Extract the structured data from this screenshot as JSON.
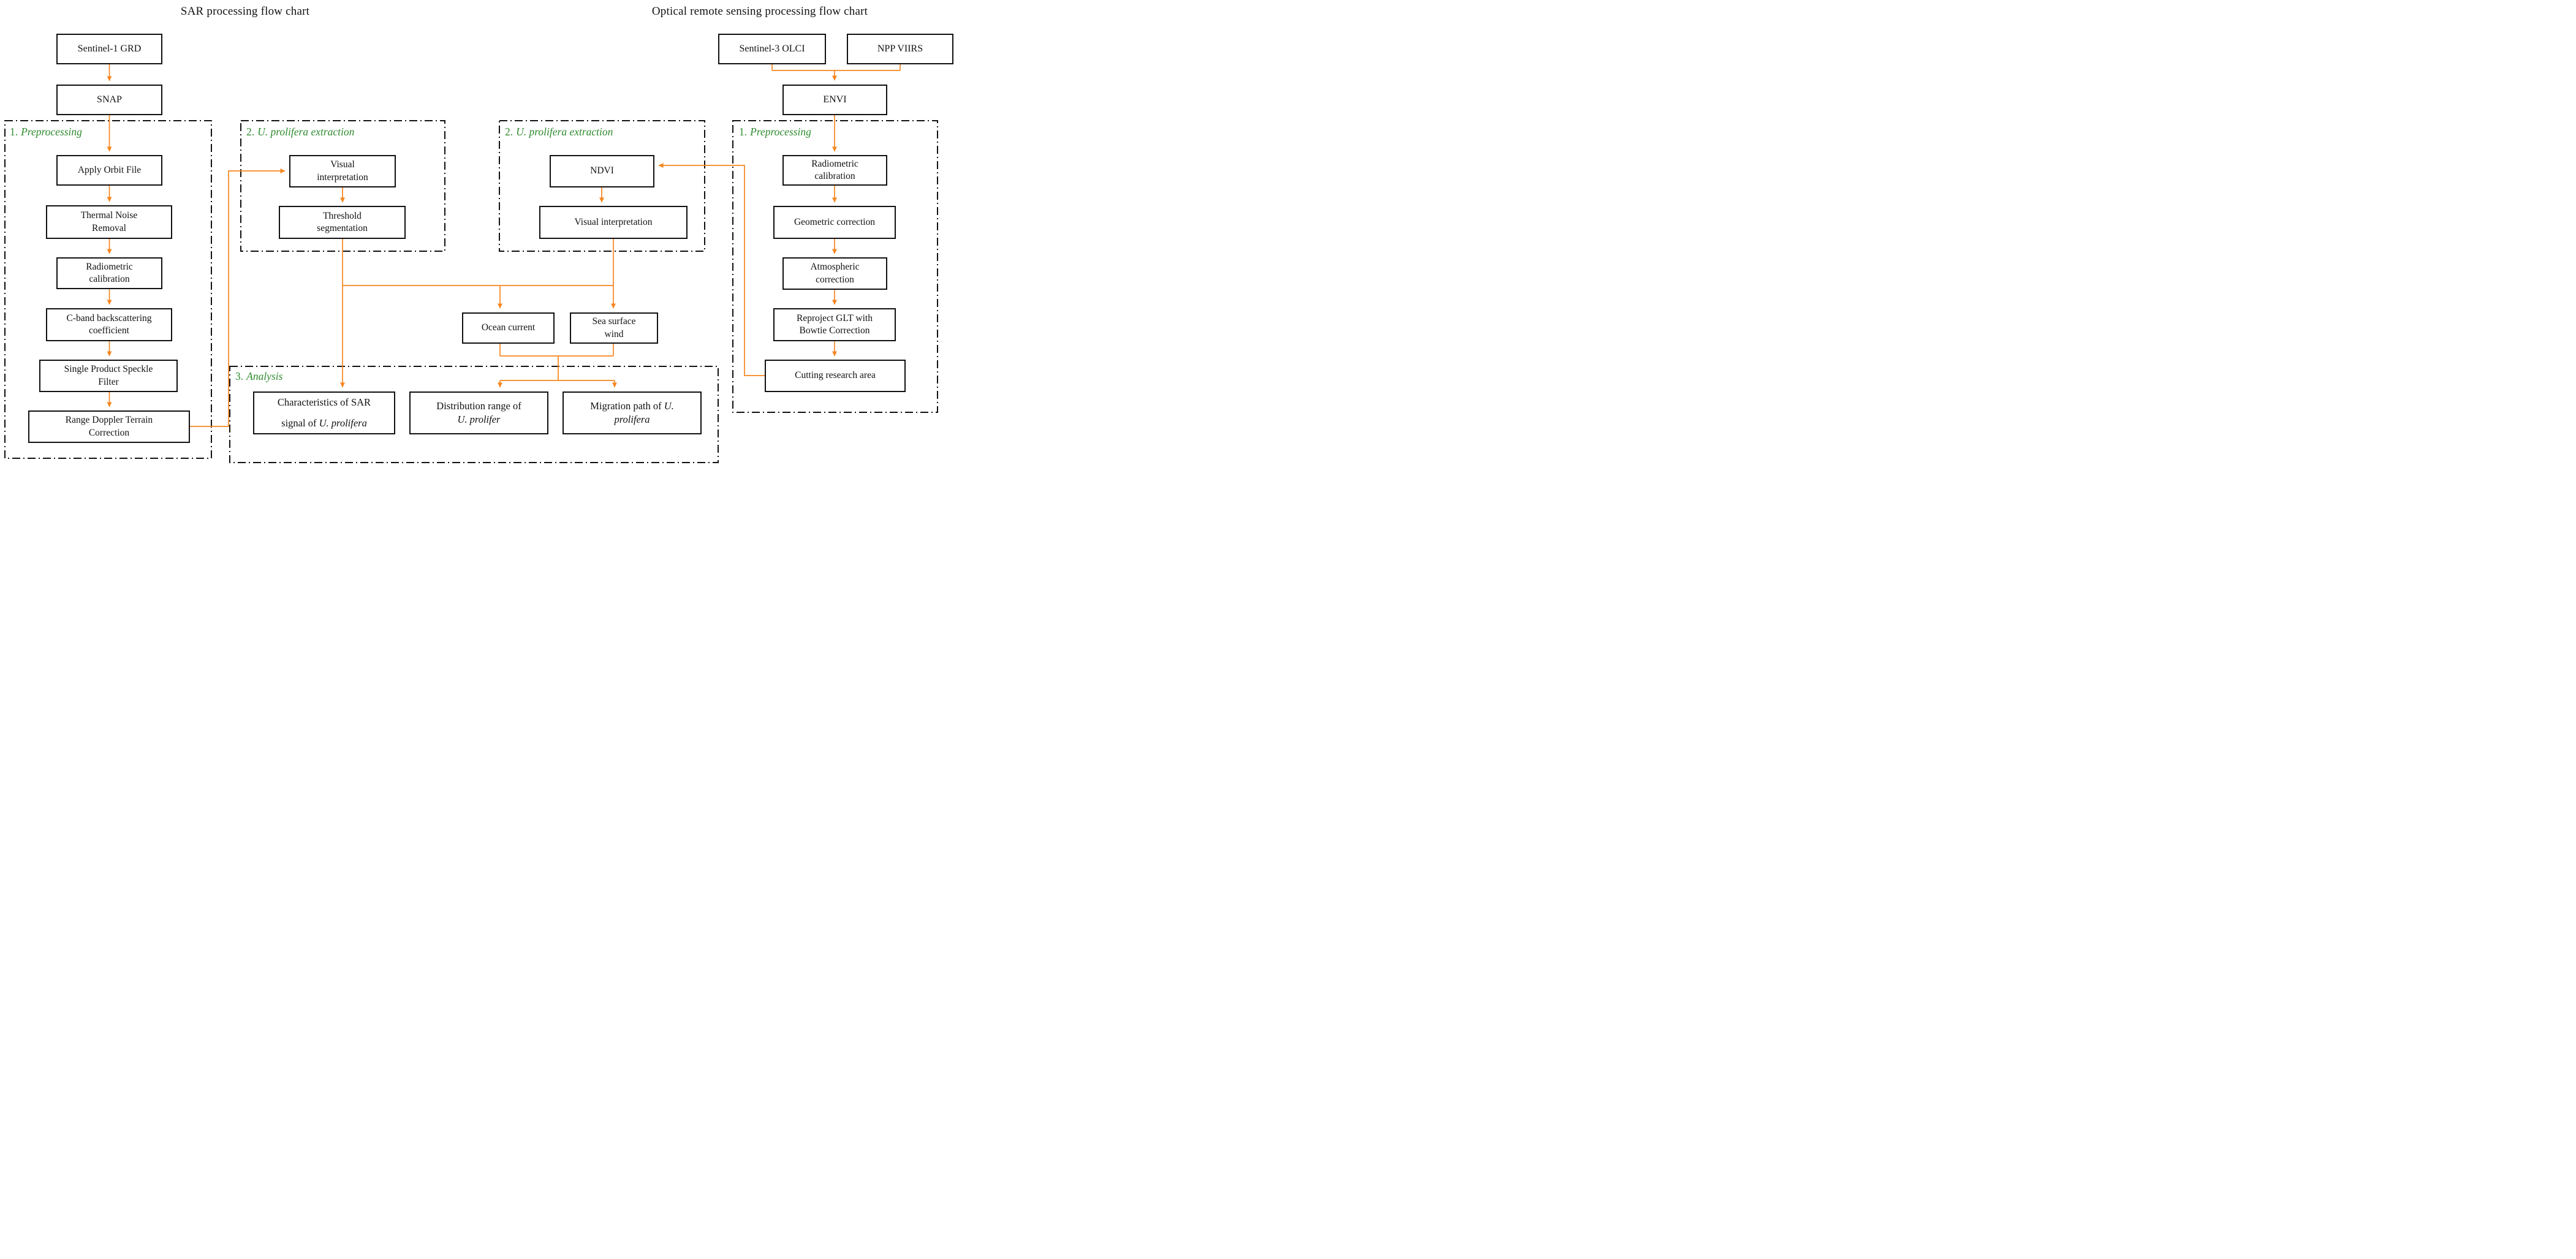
{
  "titles": {
    "sar": "SAR processing flow chart",
    "optical": "Optical remote sensing processing flow chart"
  },
  "sections": {
    "sar_preprocessing": {
      "num": "1.",
      "name": "Preprocessing"
    },
    "sar_extraction": {
      "num": "2.",
      "name": "U. prolifera extraction"
    },
    "optical_extraction": {
      "num": "2.",
      "name": "U. prolifera extraction"
    },
    "optical_preprocessing": {
      "num": "1.",
      "name": "Preprocessing"
    },
    "analysis": {
      "num": "3.",
      "name": "Analysis"
    }
  },
  "nodes": {
    "sentinel1_grd": {
      "label": "Sentinel-1 GRD"
    },
    "snap": {
      "label": "SNAP"
    },
    "apply_orbit_file": {
      "label": "Apply Orbit File"
    },
    "thermal_noise": {
      "line1": "Thermal Noise",
      "line2": "Removal"
    },
    "radiometric_cal_sar": {
      "line1": "Radiometric",
      "line2": "calibration"
    },
    "cband_backscatter": {
      "line1": "C-band backscattering",
      "line2": "coefficient"
    },
    "speckle_filter": {
      "line1": "Single Product Speckle",
      "line2": "Filter"
    },
    "range_doppler": {
      "line1": "Range Doppler Terrain",
      "line2": "Correction"
    },
    "visual_interp_sar": {
      "line1": "Visual",
      "line2": "interpretation"
    },
    "threshold_seg": {
      "line1": "Threshold",
      "line2": "segmentation"
    },
    "ndvi": {
      "label": "NDVI"
    },
    "visual_interp_optical": {
      "label": "Visual interpretation"
    },
    "sentinel3_olci": {
      "label": "Sentinel-3 OLCI"
    },
    "npp_viirs": {
      "label": "NPP VIIRS"
    },
    "envi": {
      "label": "ENVI"
    },
    "radiometric_cal_opt": {
      "line1": "Radiometric",
      "line2": "calibration"
    },
    "geometric_correction": {
      "label": "Geometric correction"
    },
    "atmospheric_correction": {
      "line1": "Atmospheric",
      "line2": "correction"
    },
    "reproject_glt": {
      "line1": "Reproject GLT with",
      "line2": "Bowtie Correction"
    },
    "cutting_area": {
      "label": "Cutting research area"
    },
    "ocean_current": {
      "label": "Ocean current"
    },
    "sea_surface_wind": {
      "line1": "Sea surface",
      "line2": "wind"
    },
    "char_sar": {
      "line1": "Characteristics of SAR",
      "line2_plain": "signal of ",
      "line2_italic": "U. prolifera"
    },
    "dist_range": {
      "line1": "Distribution range of",
      "line2_italic": "U. prolifer"
    },
    "migration_path": {
      "line1_plain": "Migration path of ",
      "line1_italic": "U.",
      "line2_italic": "prolifera"
    }
  },
  "colors": {
    "arrow_orange": "#F6861F",
    "section_green": "#2E8B2E",
    "box_border": "#111111",
    "background": "#ffffff"
  }
}
